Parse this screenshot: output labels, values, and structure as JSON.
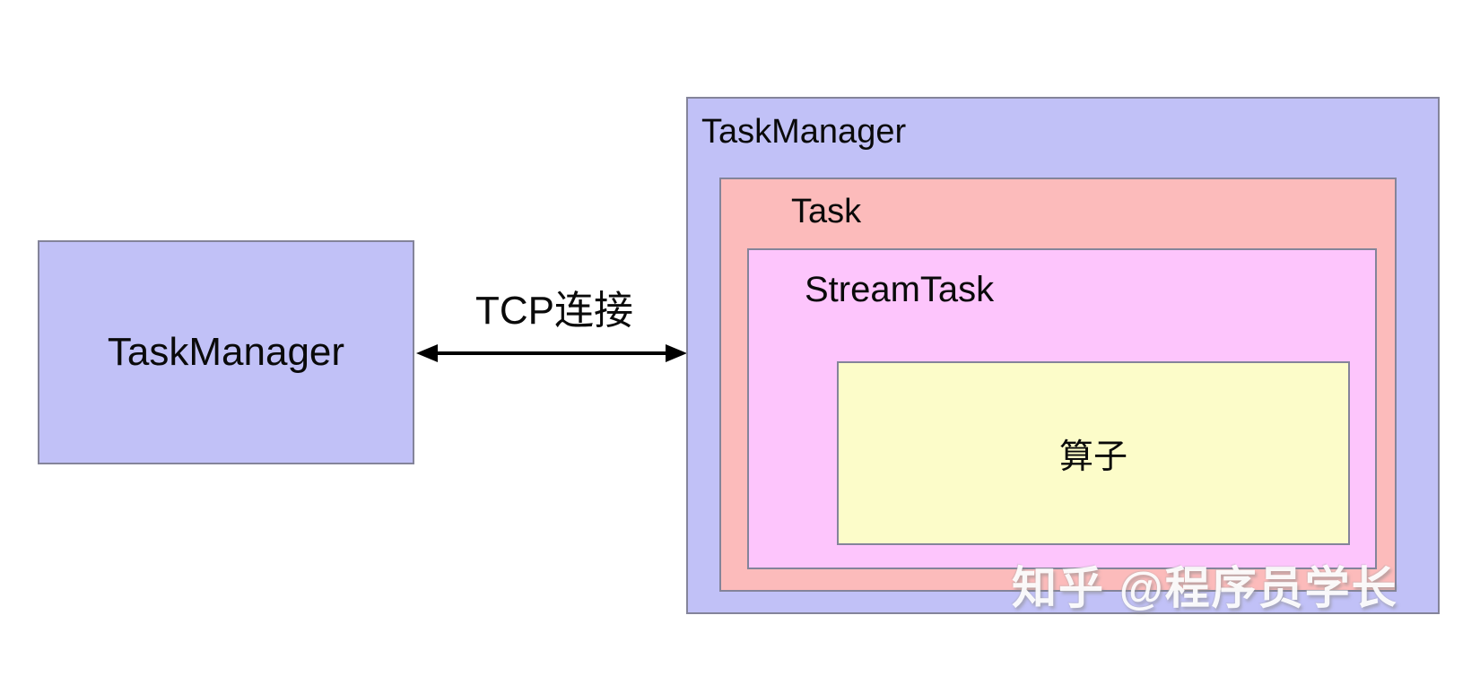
{
  "diagram": {
    "title_context": "TaskManager TCP connection diagram",
    "left_box": {
      "label": "TaskManager"
    },
    "connection": {
      "label": "TCP连接",
      "type": "double-headed-arrow"
    },
    "right_box": {
      "label": "TaskManager",
      "task": {
        "label": "Task",
        "stream_task": {
          "label": "StreamTask",
          "operator": {
            "label": "算子"
          }
        }
      }
    },
    "watermark": "知乎 @程序员学长",
    "colors": {
      "taskmanager_fill": "#c1c1f7",
      "task_fill": "#fcbbbb",
      "streamtask_fill": "#fdc5fc",
      "operator_fill": "#fcfcc9",
      "box_border": "#84849a",
      "arrow_color": "#000000",
      "watermark_color": "#ffffff"
    }
  }
}
